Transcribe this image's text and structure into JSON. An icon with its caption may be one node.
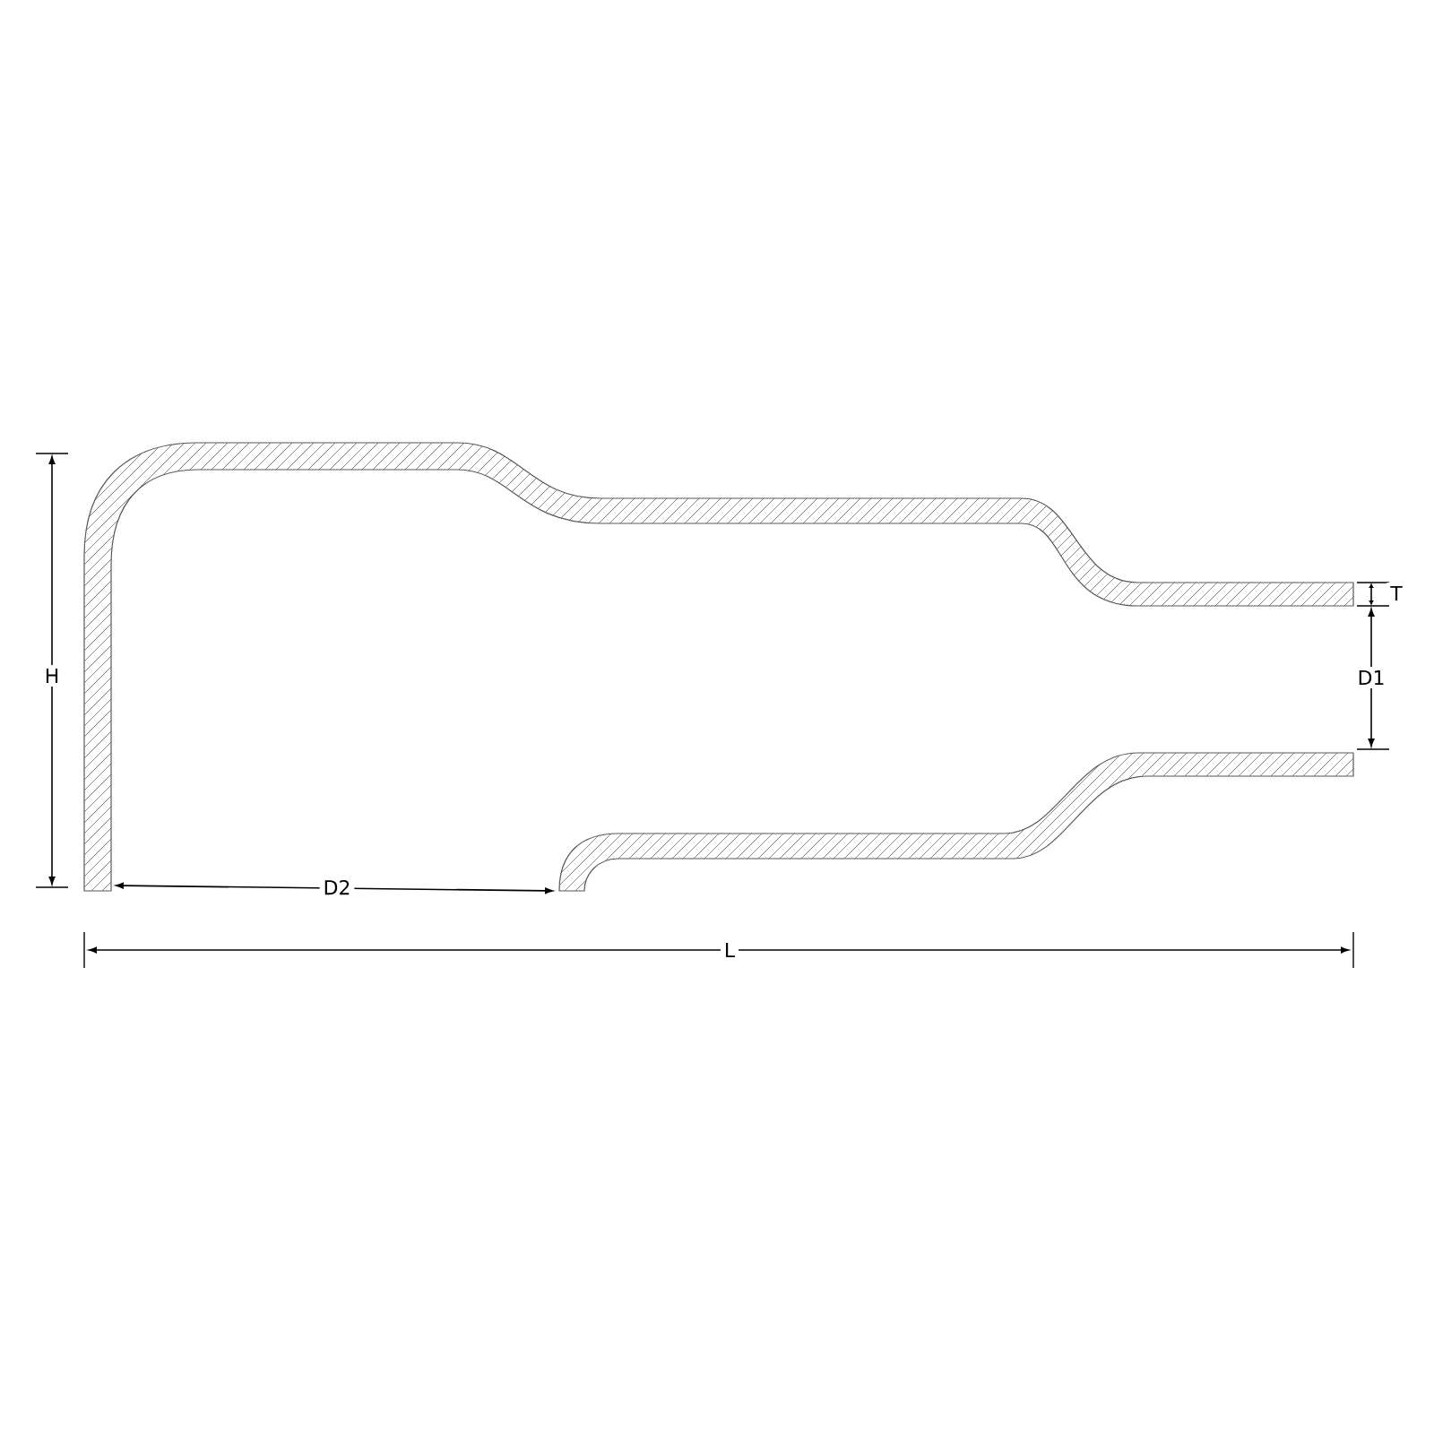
{
  "diagram": {
    "labels": [
      "T",
      "H",
      "D1",
      "D2",
      "L"
    ]
  }
}
